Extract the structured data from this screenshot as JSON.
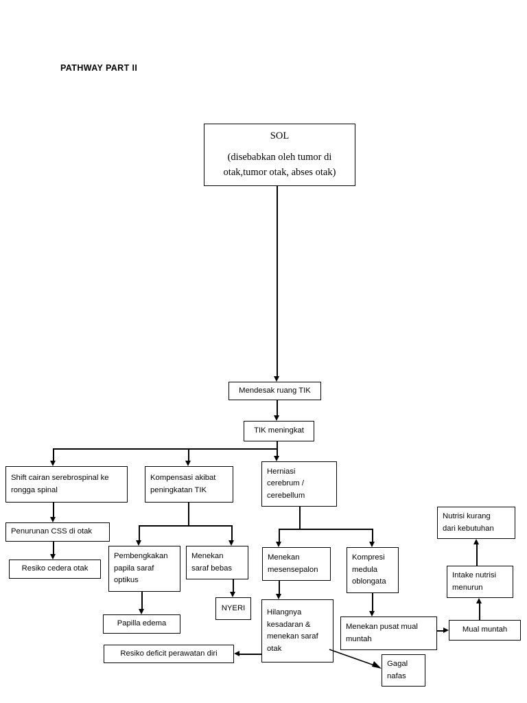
{
  "page": {
    "title": "PATHWAY PART II",
    "background_color": "#ffffff",
    "line_color": "#000000"
  },
  "chart_data": {
    "type": "diagram",
    "diagram_kind": "flowchart",
    "title": "PATHWAY PART II",
    "orientation": "top-down",
    "nodes": [
      {
        "id": "sol",
        "label": "SOL",
        "sublabel_line1": "(disebabkan oleh tumor di",
        "sublabel_line2": "otak,tumor otak, abses otak)"
      },
      {
        "id": "mendesak",
        "label": "Mendesak ruang TIK"
      },
      {
        "id": "tik",
        "label": "TIK meningkat"
      },
      {
        "id": "shift",
        "line1": "Shift cairan serebrospinal ke",
        "line2": "rongga spinal"
      },
      {
        "id": "kompensasi",
        "line1": "Kompensasi akibat",
        "line2": "peningkatan TIK"
      },
      {
        "id": "herniasi",
        "line1": "Herniasi",
        "line2": "cerebrum /",
        "line3": "cerebellum"
      },
      {
        "id": "penurunan",
        "label": "Penurunan  CSS di otak"
      },
      {
        "id": "resiko_cedera",
        "label": "Resiko cedera otak"
      },
      {
        "id": "pembengkakan",
        "line1": "Pembengkakan",
        "line2": "papila saraf",
        "line3": "optikus"
      },
      {
        "id": "menekan_saraf",
        "line1": "Menekan",
        "line2": "saraf bebas"
      },
      {
        "id": "menekan_mes",
        "line1": "Menekan",
        "line2": "mesensepalon"
      },
      {
        "id": "kompresi",
        "line1": "Kompresi",
        "line2": "medula",
        "line3": "oblongata"
      },
      {
        "id": "papilla",
        "label": "Papilla edema"
      },
      {
        "id": "nyeri",
        "label": "NYERI"
      },
      {
        "id": "hilangnya",
        "line1": "Hilangnya",
        "line2": "kesadaran &",
        "line3": "menekan saraf",
        "line4": "otak"
      },
      {
        "id": "menekan_pusat",
        "line1": "Menekan pusat mual",
        "line2": "muntah"
      },
      {
        "id": "resiko_deficit",
        "label": "Resiko deficit perawatan diri"
      },
      {
        "id": "gagal",
        "line1": "Gagal",
        "line2": "nafas"
      },
      {
        "id": "mual",
        "label": "Mual muntah"
      },
      {
        "id": "intake",
        "line1": "Intake nutrisi",
        "line2": "menurun"
      },
      {
        "id": "nutrisi",
        "line1": "Nutrisi kurang",
        "line2": "dari kebutuhan"
      }
    ],
    "edges": [
      {
        "from": "sol",
        "to": "mendesak"
      },
      {
        "from": "mendesak",
        "to": "tik"
      },
      {
        "from": "tik",
        "to": "shift"
      },
      {
        "from": "tik",
        "to": "kompensasi"
      },
      {
        "from": "tik",
        "to": "herniasi"
      },
      {
        "from": "shift",
        "to": "penurunan"
      },
      {
        "from": "penurunan",
        "to": "resiko_cedera"
      },
      {
        "from": "kompensasi",
        "to": "pembengkakan"
      },
      {
        "from": "kompensasi",
        "to": "menekan_saraf"
      },
      {
        "from": "pembengkakan",
        "to": "papilla"
      },
      {
        "from": "menekan_saraf",
        "to": "nyeri"
      },
      {
        "from": "herniasi",
        "to": "menekan_mes"
      },
      {
        "from": "herniasi",
        "to": "kompresi"
      },
      {
        "from": "menekan_mes",
        "to": "hilangnya"
      },
      {
        "from": "kompresi",
        "to": "menekan_pusat"
      },
      {
        "from": "hilangnya",
        "to": "resiko_deficit"
      },
      {
        "from": "hilangnya",
        "to": "gagal"
      },
      {
        "from": "menekan_pusat",
        "to": "mual"
      },
      {
        "from": "mual",
        "to": "intake"
      },
      {
        "from": "intake",
        "to": "nutrisi"
      }
    ]
  }
}
